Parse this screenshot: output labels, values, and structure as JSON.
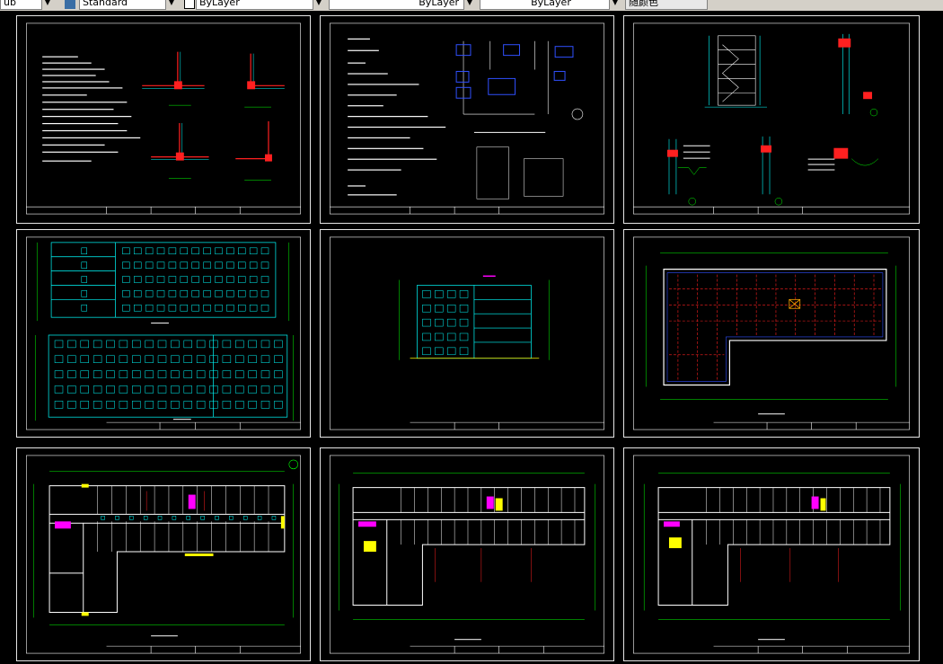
{
  "toolbar": {
    "text_style_value": "Standard",
    "layer_value": "ByLayer",
    "linetype_value": "ByLayer",
    "lineweight_value": "ByLayer",
    "plot_style_value": "随颜色",
    "partial_left_value": "ub"
  },
  "colors": {
    "background": "#000000",
    "sheet_border": "#e6e6e6",
    "cyan": "#00ffff",
    "green": "#00ff00",
    "red": "#ff2020",
    "white": "#ffffff",
    "magenta": "#ff00ff",
    "yellow": "#ffff00",
    "blue": "#3050ff"
  },
  "sheets": [
    {
      "id": "sheet-1",
      "kind": "structural-details"
    },
    {
      "id": "sheet-2",
      "kind": "design-notes-site-plan"
    },
    {
      "id": "sheet-3",
      "kind": "wall-sections"
    },
    {
      "id": "sheet-4",
      "kind": "front-rear-elevations"
    },
    {
      "id": "sheet-5",
      "kind": "side-elevation"
    },
    {
      "id": "sheet-6",
      "kind": "roof-plan"
    },
    {
      "id": "sheet-7",
      "kind": "ground-floor-plan"
    },
    {
      "id": "sheet-8",
      "kind": "typical-floor-plan"
    },
    {
      "id": "sheet-9",
      "kind": "top-floor-plan"
    }
  ]
}
